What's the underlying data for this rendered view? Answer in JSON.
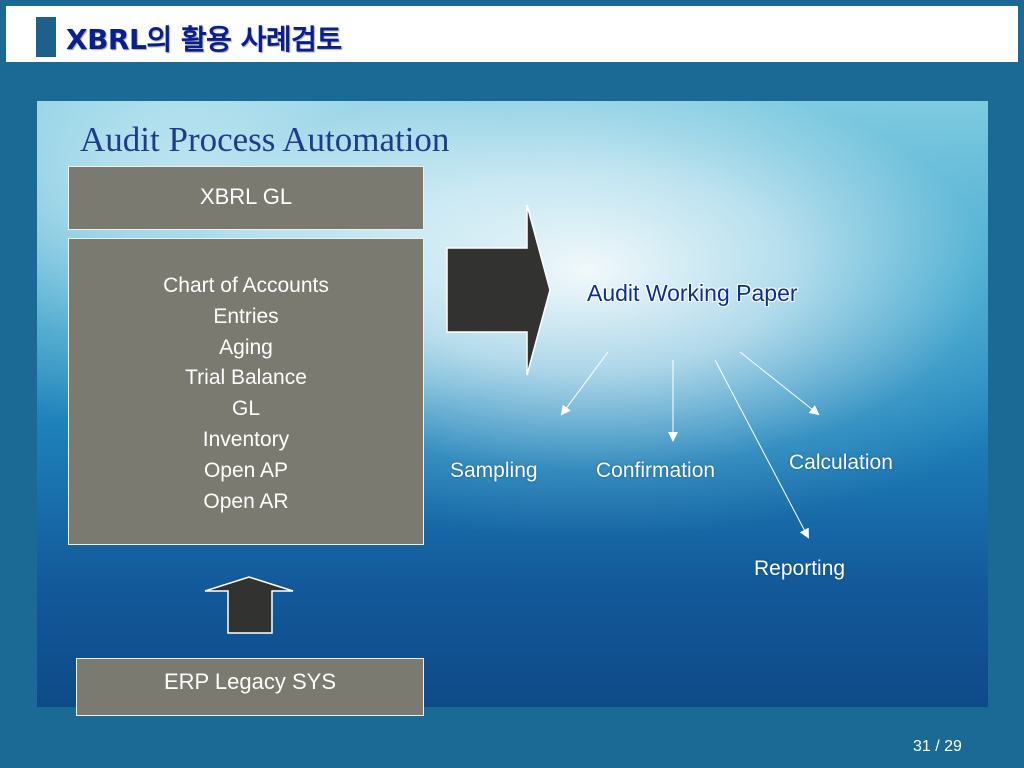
{
  "header": {
    "title": "XBRL의 활용 사례검토"
  },
  "slide": {
    "title": "Audit Process Automation"
  },
  "boxes": {
    "gl": "XBRL GL",
    "accounts": [
      "Chart of Accounts",
      "Entries",
      "Aging",
      "Trial Balance",
      "GL",
      "Inventory",
      "Open AP",
      "Open AR"
    ],
    "erp": "ERP Legacy SYS"
  },
  "target": "Audit Working Paper",
  "outputs": {
    "sampling": "Sampling",
    "confirmation": "Confirmation",
    "calculation": "Calculation",
    "reporting": "Reporting"
  },
  "footer": {
    "page": "31 / 29"
  },
  "colors": {
    "header_text": "#0a1f8f",
    "box_fill": "#7a7a70",
    "title": "#1f3c88"
  }
}
